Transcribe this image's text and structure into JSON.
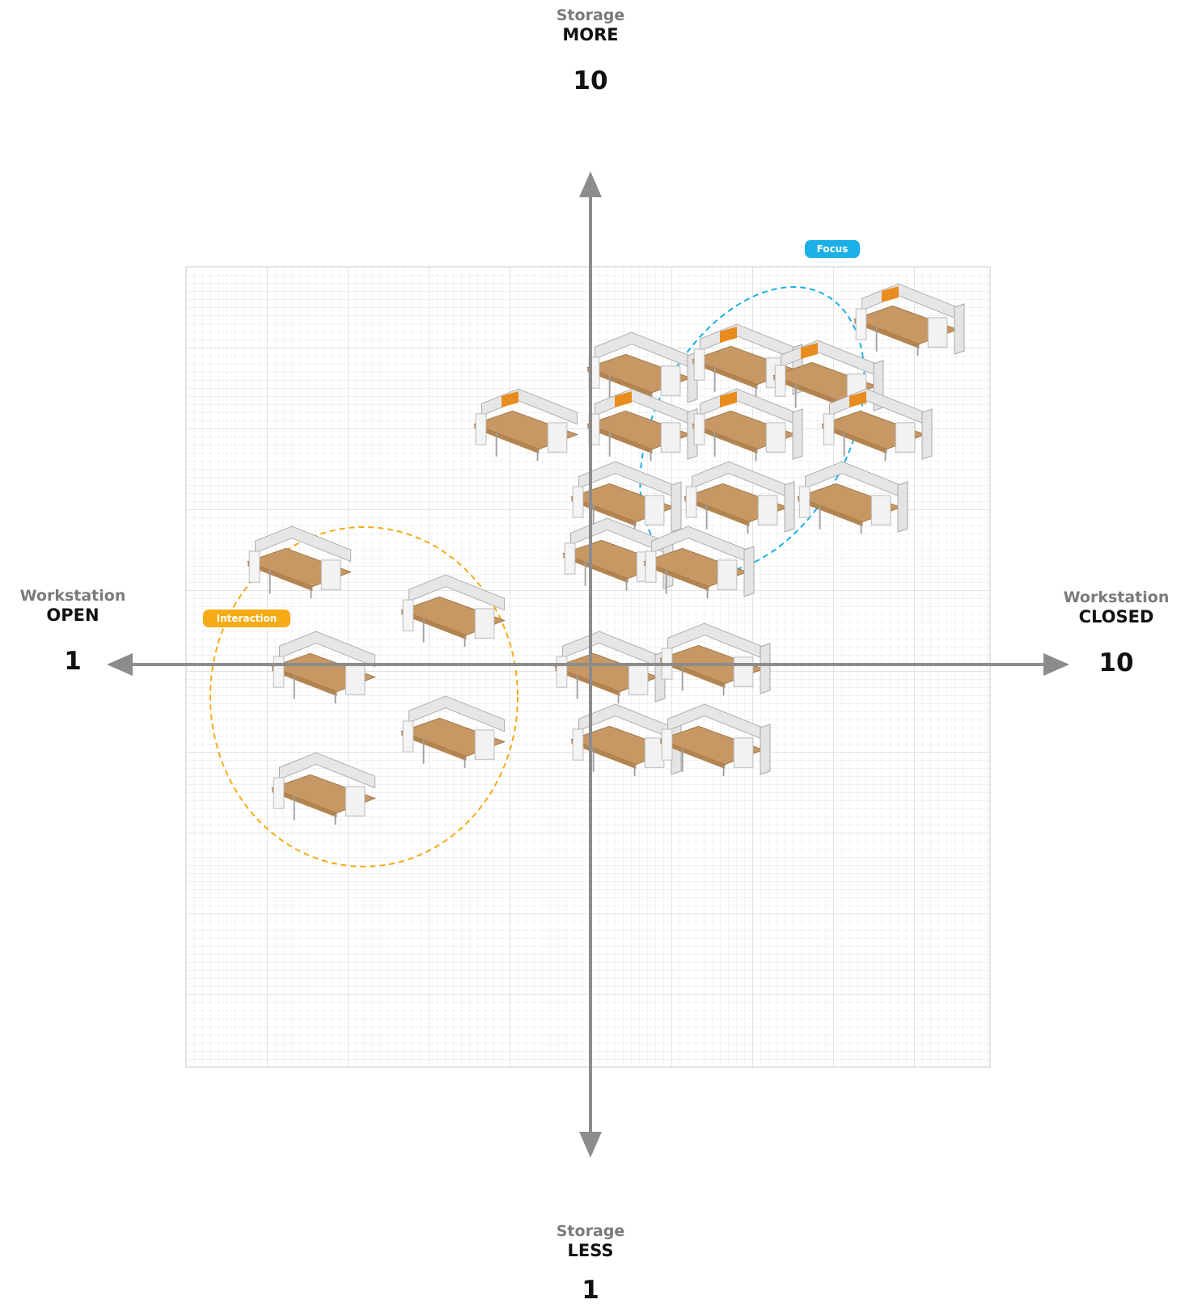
{
  "axes": {
    "top": {
      "title": "Storage",
      "direction": "MORE",
      "value": "10"
    },
    "bottom": {
      "title": "Storage",
      "direction": "LESS",
      "value": "1"
    },
    "left": {
      "title": "Workstation",
      "direction": "OPEN",
      "value": "1"
    },
    "right": {
      "title": "Workstation",
      "direction": "CLOSED",
      "value": "10"
    }
  },
  "tags": {
    "focus": {
      "label": "Focus",
      "color": "#1bb0e6"
    },
    "interaction": {
      "label": "Interaction",
      "color": "#f5ab14"
    }
  },
  "colors": {
    "axis": "#8c8c8c",
    "grid": "#d6d6d6",
    "wood": "#c79863",
    "accent": "#e98c1f",
    "panel": "#e4e4e4"
  },
  "icons": [
    "workstation-icon"
  ],
  "workstations": [
    {
      "x": 6.1,
      "y": 9.2,
      "style": "u",
      "accent": false
    },
    {
      "x": 7.4,
      "y": 9.3,
      "style": "cube",
      "accent": true
    },
    {
      "x": 8.4,
      "y": 9.1,
      "style": "cube",
      "accent": true
    },
    {
      "x": 9.4,
      "y": 9.8,
      "style": "cube",
      "accent": true
    },
    {
      "x": 4.7,
      "y": 8.5,
      "style": "bench",
      "accent": true
    },
    {
      "x": 6.1,
      "y": 8.5,
      "style": "u",
      "accent": true
    },
    {
      "x": 7.4,
      "y": 8.5,
      "style": "cube",
      "accent": true
    },
    {
      "x": 9.0,
      "y": 8.5,
      "style": "cube",
      "accent": true
    },
    {
      "x": 5.9,
      "y": 7.6,
      "style": "u",
      "accent": false
    },
    {
      "x": 7.3,
      "y": 7.6,
      "style": "cube",
      "accent": false
    },
    {
      "x": 8.7,
      "y": 7.6,
      "style": "cube",
      "accent": false
    },
    {
      "x": 1.9,
      "y": 6.8,
      "style": "bench",
      "accent": false
    },
    {
      "x": 5.8,
      "y": 6.9,
      "style": "u",
      "accent": false
    },
    {
      "x": 6.8,
      "y": 6.8,
      "style": "u",
      "accent": false
    },
    {
      "x": 3.8,
      "y": 6.2,
      "style": "bench",
      "accent": false
    },
    {
      "x": 2.2,
      "y": 5.5,
      "style": "bench",
      "accent": false
    },
    {
      "x": 5.7,
      "y": 5.5,
      "style": "u",
      "accent": false
    },
    {
      "x": 7.0,
      "y": 5.6,
      "style": "cube",
      "accent": false
    },
    {
      "x": 3.8,
      "y": 4.7,
      "style": "bench",
      "accent": false
    },
    {
      "x": 5.9,
      "y": 4.6,
      "style": "u",
      "accent": false
    },
    {
      "x": 7.0,
      "y": 4.6,
      "style": "u",
      "accent": false
    },
    {
      "x": 2.2,
      "y": 4.0,
      "style": "bench",
      "accent": false
    }
  ],
  "regions": [
    {
      "tag": "focus",
      "cx": 7.5,
      "cy": 8.4,
      "rx": 1.2,
      "ry": 1.9,
      "rotate": 28
    },
    {
      "tag": "interaction",
      "cx": 2.7,
      "cy": 5.1,
      "rx": 1.9,
      "ry": 2.1,
      "rotate": 0
    }
  ]
}
